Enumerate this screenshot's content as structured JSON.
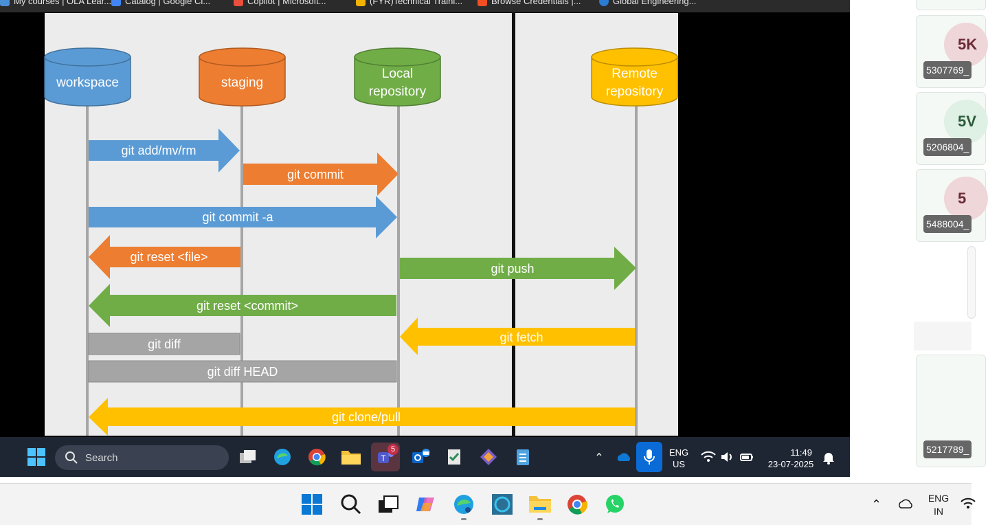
{
  "bookmarks": [
    {
      "label": "My courses | OLA Lear...",
      "color": "#4a90d9"
    },
    {
      "label": "Catalog | Google Cl...",
      "color": "#4285f4"
    },
    {
      "label": "Copilot | Microsoft...",
      "color": "#e94f3c"
    },
    {
      "label": "(FYR)Technical Traini...",
      "color": "#f2b400"
    },
    {
      "label": "Browse Credentials |...",
      "color": "#f25022"
    },
    {
      "label": "Global Engineering...",
      "color": "#2a7bd4"
    }
  ],
  "slide": {
    "stages": [
      {
        "label_lines": [
          "workspace"
        ],
        "color": "#5b9bd5"
      },
      {
        "label_lines": [
          "staging"
        ],
        "color": "#ed7d31"
      },
      {
        "label_lines": [
          "Local",
          "repository"
        ],
        "color": "#70ad47"
      },
      {
        "label_lines": [
          "Remote",
          "repository"
        ],
        "color": "#ffc000"
      }
    ],
    "commands": [
      {
        "label": "git add/mv/rm",
        "color": "#5b9bd5",
        "from": "workspace",
        "to": "staging"
      },
      {
        "label": "git commit",
        "color": "#ed7d31",
        "from": "staging",
        "to": "Local repository"
      },
      {
        "label": "git commit -a",
        "color": "#5b9bd5",
        "from": "workspace",
        "to": "Local repository"
      },
      {
        "label": "git reset <file>",
        "color": "#ed7d31",
        "from": "staging",
        "to": "workspace"
      },
      {
        "label": "git push",
        "color": "#70ad47",
        "from": "Local repository",
        "to": "Remote repository"
      },
      {
        "label": "git reset <commit>",
        "color": "#70ad47",
        "from": "Local repository",
        "to": "workspace"
      },
      {
        "label": "git fetch",
        "color": "#ffc000",
        "from": "Remote repository",
        "to": "Local repository"
      },
      {
        "label": "git diff",
        "color": "#a5a5a5",
        "from": "workspace",
        "to": "staging"
      },
      {
        "label": "git diff HEAD",
        "color": "#a5a5a5",
        "from": "workspace",
        "to": "Local repository"
      },
      {
        "label": "git clone/pull",
        "color": "#ffc000",
        "from": "Remote repository",
        "to": "workspace"
      }
    ]
  },
  "remote_taskbar": {
    "search_placeholder": "Search",
    "teams_badge": "5",
    "lang_line1": "ENG",
    "lang_line2": "US",
    "time": "11:49",
    "date": "23-07-2025"
  },
  "local_taskbar": {
    "lang_line1": "ENG",
    "lang_line2": "IN"
  },
  "participants": [
    {
      "initials": "5K",
      "name": "5307769_"
    },
    {
      "initials": "5V",
      "name": "5206804_"
    },
    {
      "initials": "5",
      "name": "5488004_"
    },
    {
      "initials": "",
      "name": "5217789_"
    }
  ]
}
